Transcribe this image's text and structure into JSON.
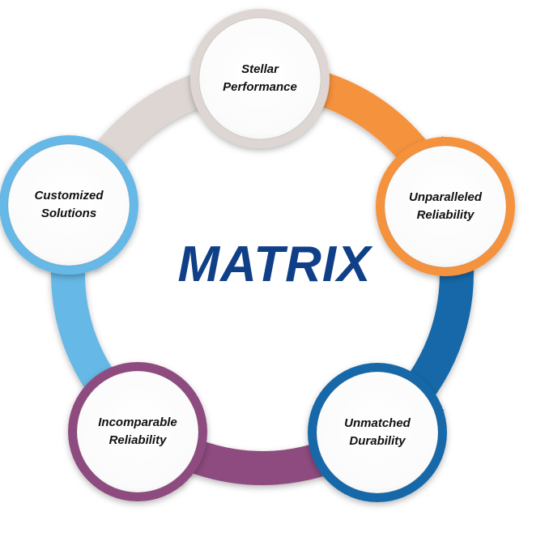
{
  "title": "MATRIX",
  "colors": {
    "title": "#0f3f87",
    "gray": "#ddd6d2",
    "orange": "#f5923e",
    "blue": "#1668a8",
    "purple": "#8e4b7f",
    "lightblue": "#66b8e6"
  },
  "nodes": [
    {
      "id": "stellar-performance",
      "color": "gray",
      "lines": [
        "Stellar",
        "Performance"
      ]
    },
    {
      "id": "unparalleled-reliability",
      "color": "orange",
      "lines": [
        "Unparalleled",
        "Reliability"
      ]
    },
    {
      "id": "unmatched-durability",
      "color": "blue",
      "lines": [
        "Unmatched",
        "Durability"
      ]
    },
    {
      "id": "incomparable-reliability",
      "color": "purple",
      "lines": [
        "Incomparable",
        "Reliability"
      ]
    },
    {
      "id": "customized-solutions",
      "color": "lightblue",
      "lines": [
        "Customized",
        "Solutions"
      ]
    }
  ]
}
